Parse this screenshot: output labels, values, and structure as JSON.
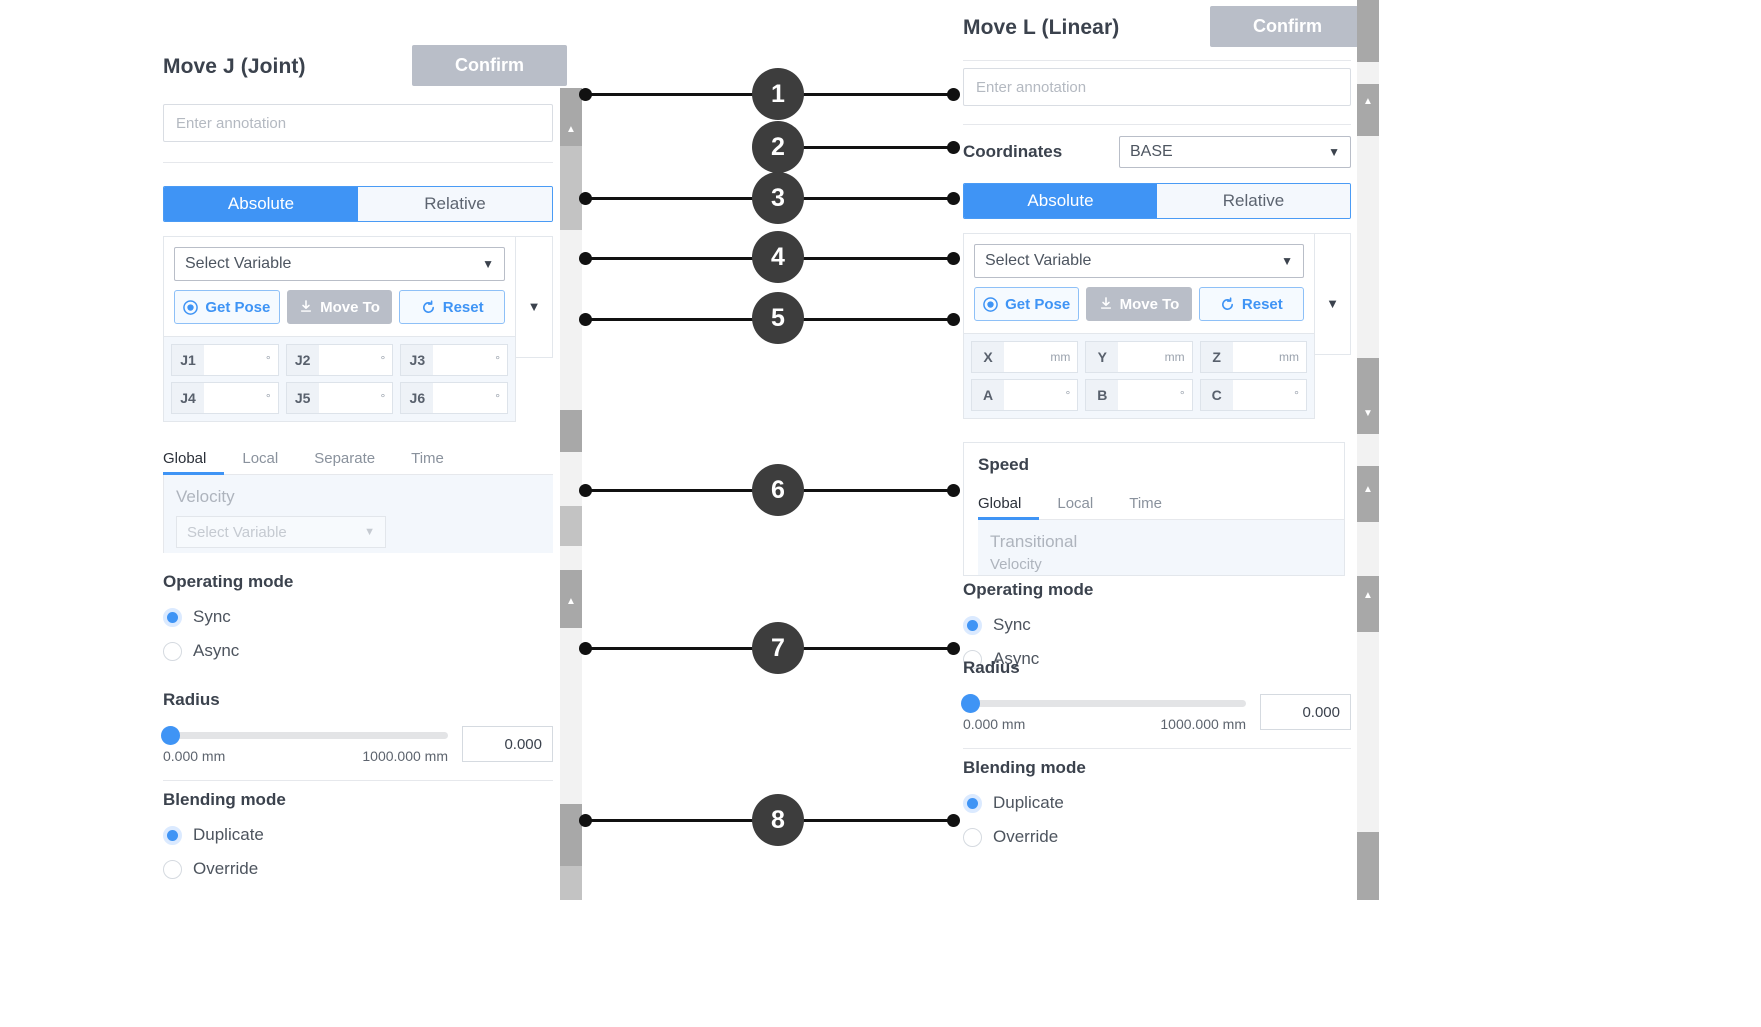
{
  "left_panel": {
    "title": "Move J (Joint)",
    "confirm_label": "Confirm",
    "annotation_placeholder": "Enter annotation",
    "mode_toggle": {
      "options": [
        "Absolute",
        "Relative"
      ],
      "selected": "Absolute"
    },
    "variable_select": {
      "value": "Select Variable",
      "caret": "chevron-down-icon"
    },
    "actions": [
      {
        "label": "Get Pose",
        "icon": "target-icon",
        "enabled": true
      },
      {
        "label": "Move To",
        "icon": "download-icon",
        "enabled": false
      },
      {
        "label": "Reset",
        "icon": "refresh-icon",
        "enabled": true
      }
    ],
    "joint_fields": [
      {
        "label": "J1",
        "value": "",
        "unit": "°"
      },
      {
        "label": "J2",
        "value": "",
        "unit": "°"
      },
      {
        "label": "J3",
        "value": "",
        "unit": "°"
      },
      {
        "label": "J4",
        "value": "",
        "unit": "°"
      },
      {
        "label": "J5",
        "value": "",
        "unit": "°"
      },
      {
        "label": "J6",
        "value": "",
        "unit": "°"
      }
    ],
    "speed_tabs": {
      "items": [
        "Global",
        "Local",
        "Separate",
        "Time"
      ],
      "selected": "Global"
    },
    "speed_field_label": "Velocity",
    "speed_select_placeholder": "Select Variable",
    "operating_mode": {
      "heading": "Operating mode",
      "options": [
        "Sync",
        "Async"
      ],
      "selected": "Sync"
    },
    "radius": {
      "heading": "Radius",
      "min_label": "0.000 mm",
      "max_label": "1000.000 mm",
      "value": "0.000"
    },
    "blending_mode": {
      "heading": "Blending mode",
      "options": [
        "Duplicate",
        "Override"
      ],
      "selected": "Duplicate"
    }
  },
  "right_panel": {
    "title": "Move L (Linear)",
    "confirm_label": "Confirm",
    "annotation_placeholder": "Enter annotation",
    "coordinates": {
      "label": "Coordinates",
      "value": "BASE",
      "caret": "chevron-down-icon"
    },
    "mode_toggle": {
      "options": [
        "Absolute",
        "Relative"
      ],
      "selected": "Absolute"
    },
    "variable_select": {
      "value": "Select Variable",
      "caret": "chevron-down-icon"
    },
    "actions": [
      {
        "label": "Get Pose",
        "icon": "target-icon",
        "enabled": true
      },
      {
        "label": "Move To",
        "icon": "download-icon",
        "enabled": false
      },
      {
        "label": "Reset",
        "icon": "refresh-icon",
        "enabled": true
      }
    ],
    "pose_fields": [
      {
        "label": "X",
        "value": "",
        "unit": "mm"
      },
      {
        "label": "Y",
        "value": "",
        "unit": "mm"
      },
      {
        "label": "Z",
        "value": "",
        "unit": "mm"
      },
      {
        "label": "A",
        "value": "",
        "unit": "°"
      },
      {
        "label": "B",
        "value": "",
        "unit": "°"
      },
      {
        "label": "C",
        "value": "",
        "unit": "°"
      }
    ],
    "speed_heading": "Speed",
    "speed_tabs": {
      "items": [
        "Global",
        "Local",
        "Time"
      ],
      "selected": "Global"
    },
    "speed_field_label": "Transitional",
    "speed_field_sublabel": "Velocity",
    "operating_mode": {
      "heading": "Operating mode",
      "options": [
        "Sync",
        "Async"
      ],
      "selected": "Sync"
    },
    "radius": {
      "heading": "Radius",
      "min_label": "0.000 mm",
      "max_label": "1000.000 mm",
      "value": "0.000"
    },
    "blending_mode": {
      "heading": "Blending mode",
      "options": [
        "Duplicate",
        "Override"
      ],
      "selected": "Duplicate"
    }
  },
  "callouts": [
    {
      "number": "1"
    },
    {
      "number": "2"
    },
    {
      "number": "3"
    },
    {
      "number": "4"
    },
    {
      "number": "5"
    },
    {
      "number": "6"
    },
    {
      "number": "7"
    },
    {
      "number": "8"
    }
  ]
}
